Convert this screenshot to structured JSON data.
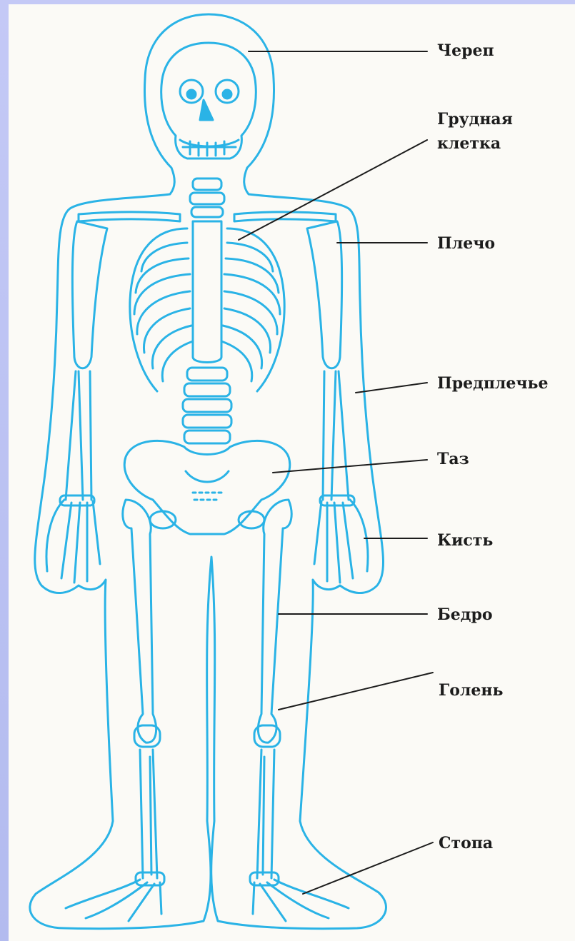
{
  "labels": {
    "skull": "Череп",
    "ribcage_line1": "Грудная",
    "ribcage_line2": "клетка",
    "shoulder": "Плечо",
    "forearm": "Предплечье",
    "pelvis": "Таз",
    "hand": "Кисть",
    "thigh": "Бедро",
    "shin": "Голень",
    "foot": "Стопа"
  },
  "colors": {
    "outline": "#2ab3e6",
    "paper": "#fbfaf6",
    "frame": "#b9c0f3",
    "leader": "#1c1c1c",
    "text": "#1c1c1c"
  }
}
